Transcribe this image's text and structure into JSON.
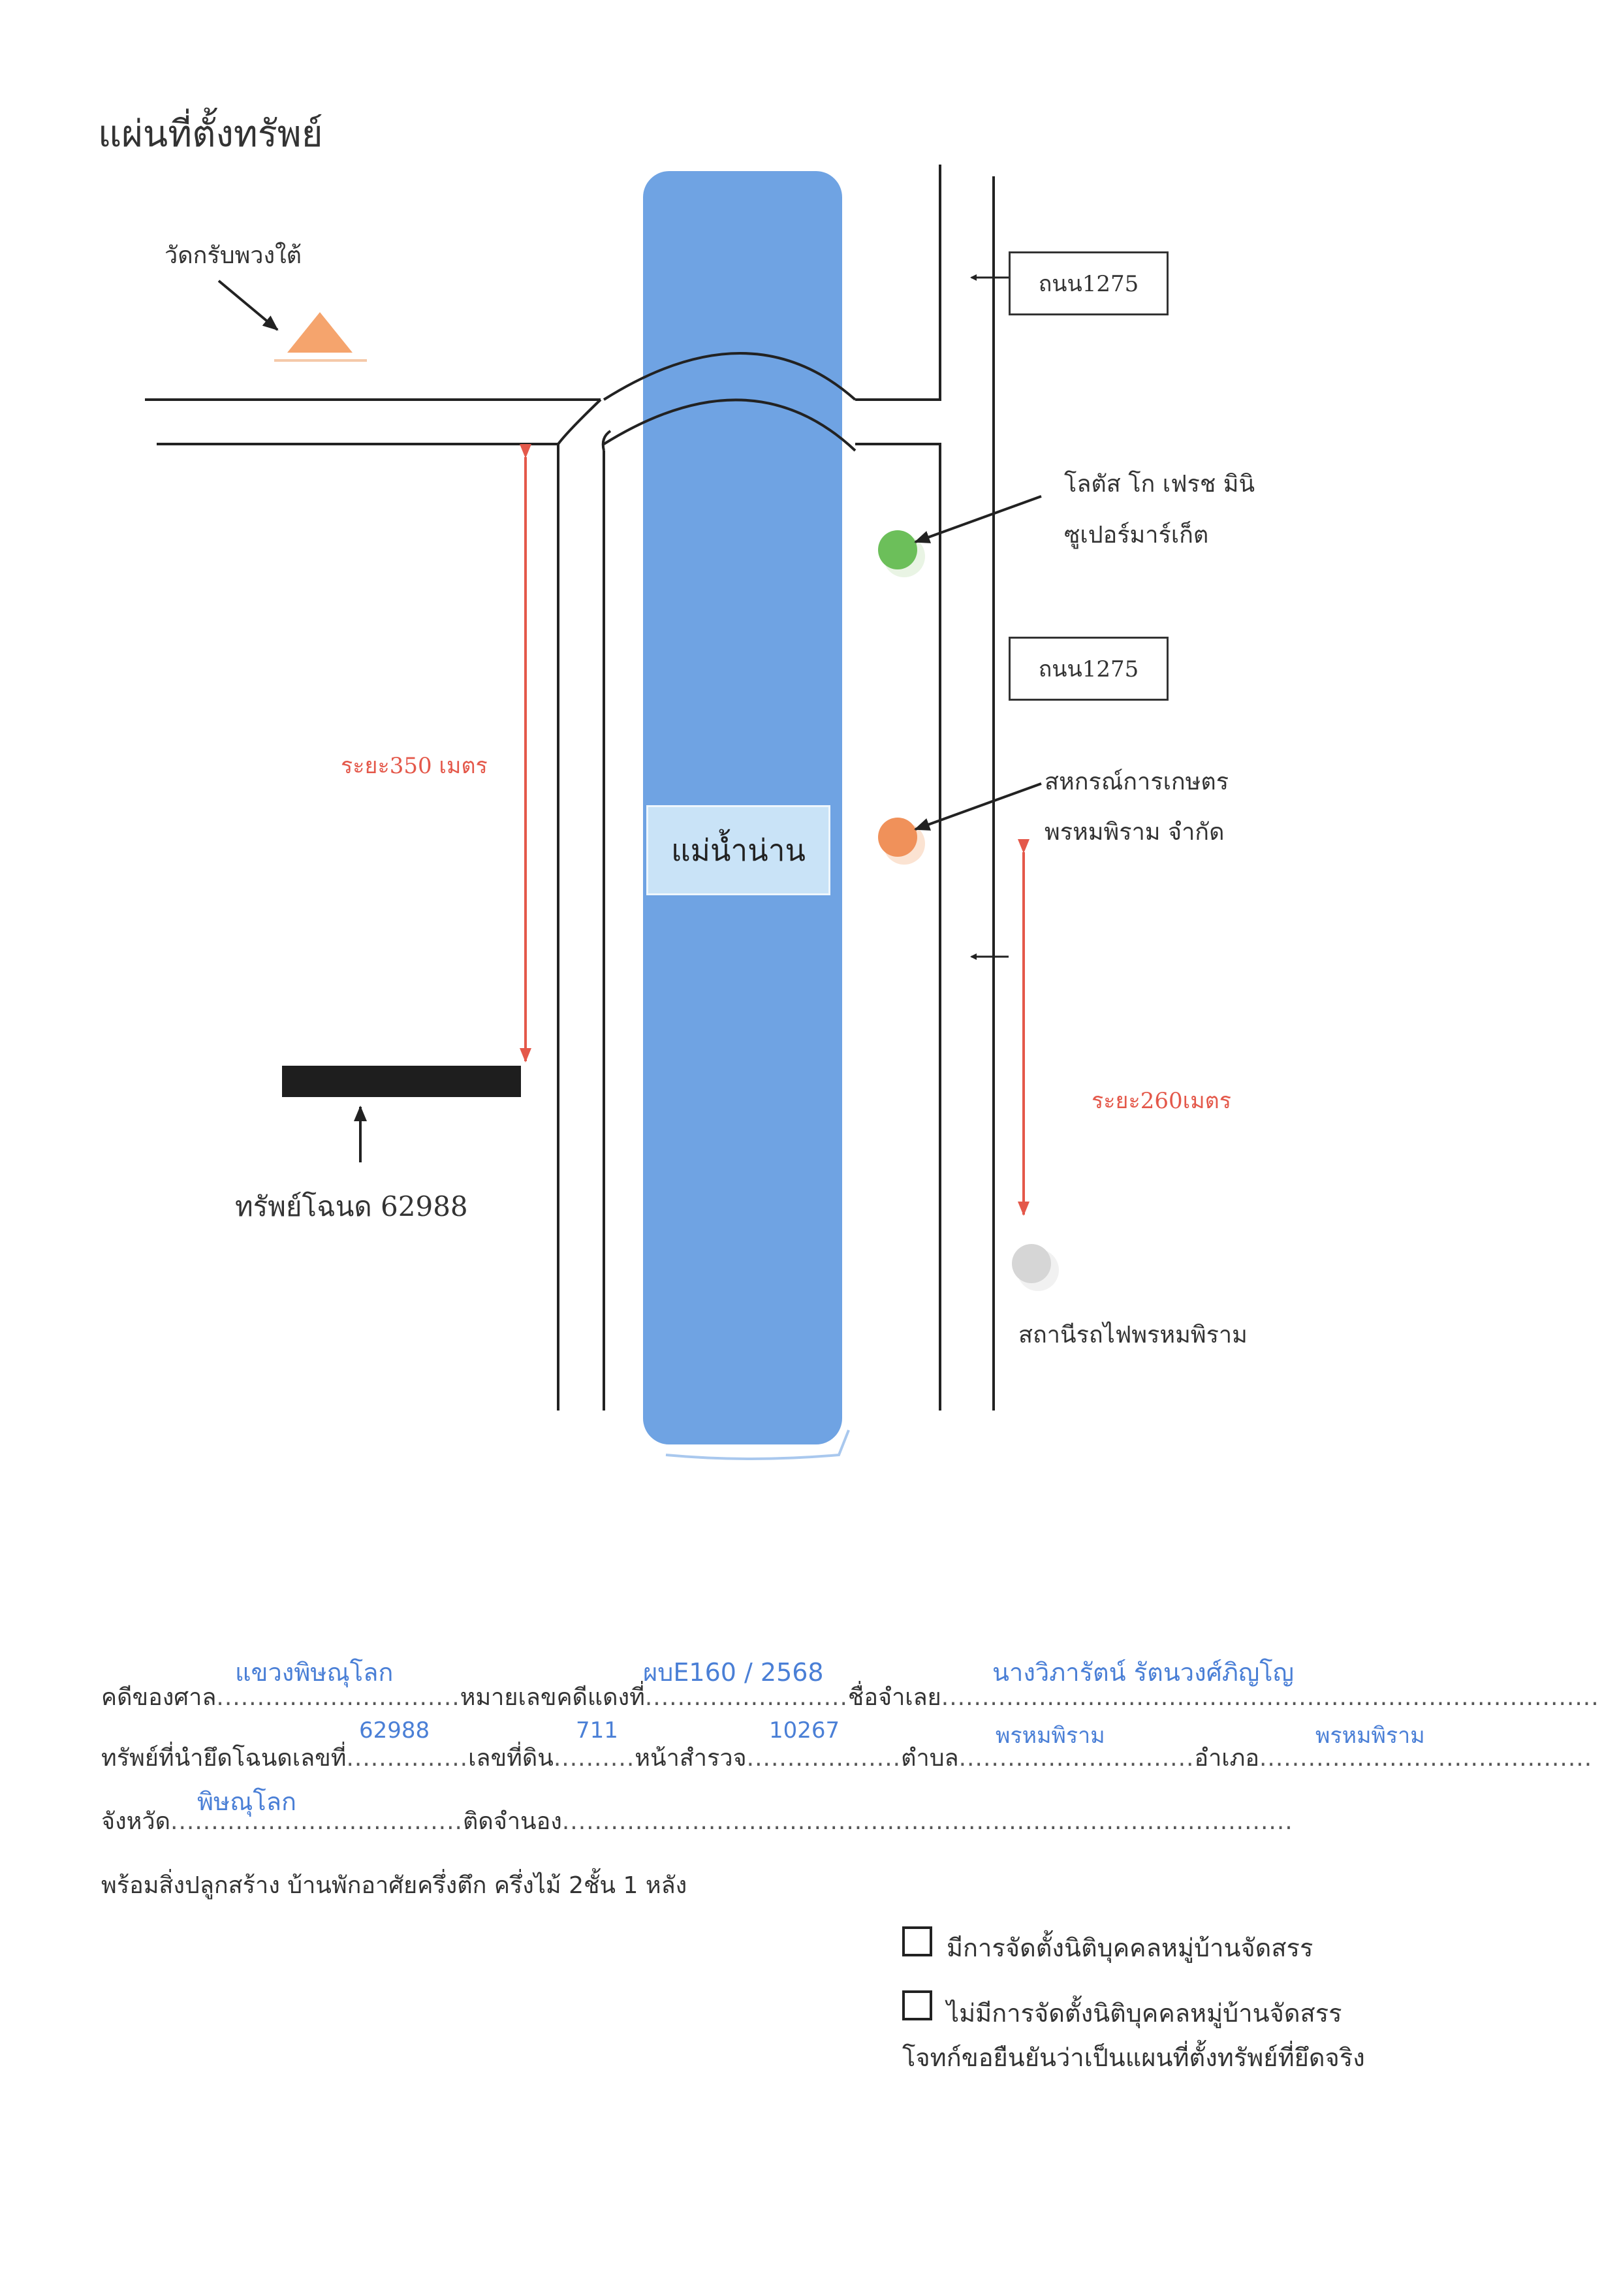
{
  "title": "แผ่นที่ตั้งทรัพย์",
  "map": {
    "landmarks": [
      {
        "id": "temple",
        "label": "วัดกรับพวงใต้",
        "icon": "triangle-icon",
        "color": "#f5a46d"
      },
      {
        "id": "lotus",
        "label_line1": "โลตัส โก เฟรช มินิ",
        "label_line2": "ซูเปอร์มาร์เก็ต",
        "icon": "green-circle-icon",
        "color": "#6cbf5a"
      },
      {
        "id": "coop",
        "label_line1": "สหกรณ์การเกษตร",
        "label_line2": "พรหมพิราม จำกัด",
        "icon": "orange-circle-icon",
        "color": "#f0915a"
      },
      {
        "id": "station",
        "label": "สถานีรถไฟพรหมพิราม",
        "icon": "gray-circle-icon",
        "color": "#d6d6d6"
      }
    ],
    "road_labels": [
      "ถนน1275",
      "ถนน1275"
    ],
    "river_label": "แม่น้ำน่าน",
    "river_color": "#6fa3e3",
    "property_label": "ทรัพย์โฉนด 62988",
    "distance_left": "ระยะ350 เมตร",
    "distance_right": "ระยะ260เมตร",
    "distance_color": "#e4584a"
  },
  "form": {
    "court_label": "คดีของศาล",
    "court_value": "แขวงพิษณุโลก",
    "case_label": "หมายเลขคดีแดงที่",
    "case_value": "ผบE160 / 2568",
    "defendant_label": "ชื่อจำเลย",
    "defendant_value": "นางวิภารัตน์ รัตนวงศ์ภิญโญ",
    "deed_label": "ทรัพย์ที่นำยึดโฉนดเลขที่",
    "deed_value": "62988",
    "landno_label": "เลขที่ดิน",
    "landno_value": "711",
    "survey_label": "หน้าสำรวจ",
    "survey_value": "10267",
    "subdistrict_label": "ตำบล",
    "subdistrict_value": "พรหมพิราม",
    "district_label": "อำเภอ",
    "district_value": "พรหมพิราม",
    "province_label": "จังหวัด",
    "province_value": "พิษณุโลก",
    "mortgage_label": "ติดจำนอง",
    "building_text": "พร้อมสิ่งปลูกสร้าง บ้านพักอาศัยครึ่งตึก ครึ่งไม้ 2ชั้น 1 หลัง",
    "option1": "มีการจัดตั้งนิติบุคคลหมู่บ้านจัดสรร",
    "option2": "ไม่มีการจัดตั้งนิติบุคคลหมู่บ้านจัดสรร",
    "certify_text": "โจทก์ขอยืนยันว่าเป็นแผนที่ตั้งทรัพย์ที่ยึดจริง"
  }
}
